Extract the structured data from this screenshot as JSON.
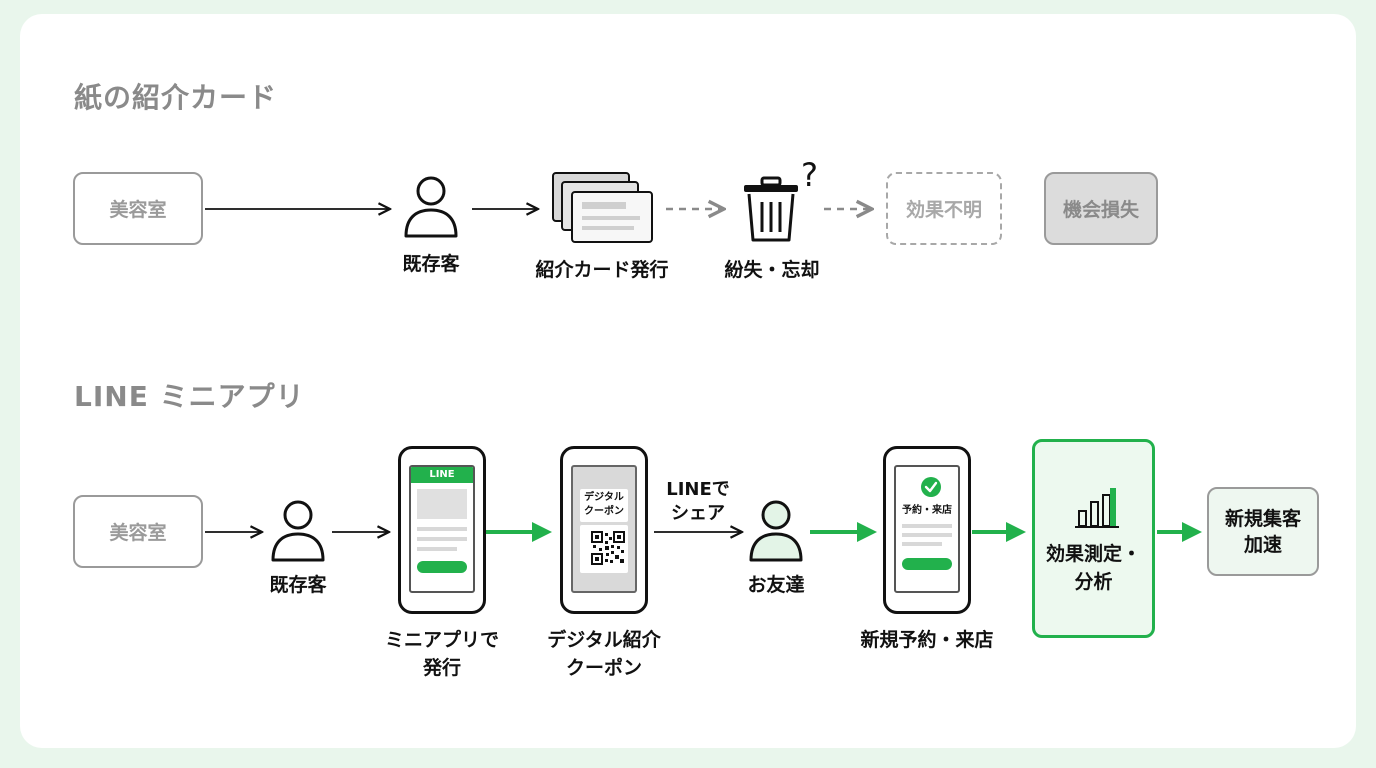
{
  "paper_section": {
    "title": "紙の紹介カード",
    "salon": "美容室",
    "customer": "既存客",
    "card_issue": "紹介カード発行",
    "lost": "紛失・忘却",
    "question_mark": "?",
    "unknown_effect": "効果不明",
    "lost_opportunity": "機会損失"
  },
  "line_section": {
    "title": "LINE ミニアプリ",
    "salon": "美容室",
    "customer": "既存客",
    "app_screen_header": "LINE",
    "app_issue_line1": "ミニアプリで",
    "app_issue_line2": "発行",
    "coupon_screen_line1": "デジタル",
    "coupon_screen_line2": "クーポン",
    "coupon_label_line1": "デジタル紹介",
    "coupon_label_line2": "クーポン",
    "share_line1": "LINEで",
    "share_line2": "シェア",
    "friend": "お友達",
    "reserve_screen": "予約・来店",
    "reserve_label": "新規予約・来店",
    "measure_line1": "効果測定・",
    "measure_line2": "分析",
    "acquire_line1": "新規集客",
    "acquire_line2": "加速"
  },
  "colors": {
    "accent_green": "#22b14c",
    "gray_text": "#8a8a8a",
    "dark": "#111111"
  }
}
